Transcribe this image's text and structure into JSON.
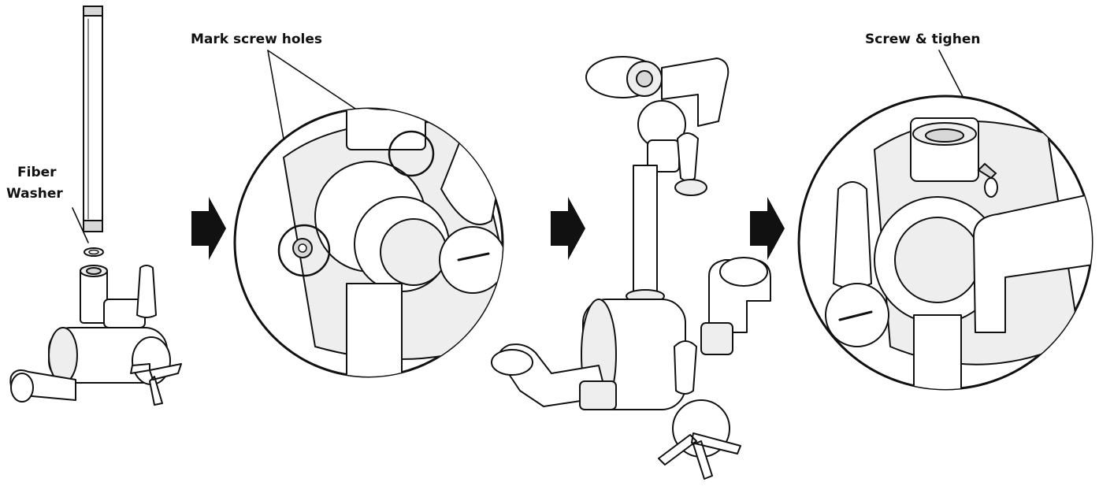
{
  "labels": {
    "fiber_washer_line1": "Fiber",
    "fiber_washer_line2": "Washer",
    "mark_screw_holes": "Mark screw holes",
    "screw_and_tighten": "Screw & tighen"
  },
  "steps": [
    {
      "id": "step-1",
      "description_visible": false
    },
    {
      "id": "step-2",
      "description_visible": false
    },
    {
      "id": "step-3",
      "description_visible": false
    },
    {
      "id": "step-4",
      "description_visible": false
    }
  ],
  "icons": [
    "right-arrow-icon",
    "right-arrow-icon",
    "right-arrow-icon"
  ],
  "colors": {
    "line": "#111111",
    "fill": "#ffffff",
    "arrow": "#111111"
  }
}
